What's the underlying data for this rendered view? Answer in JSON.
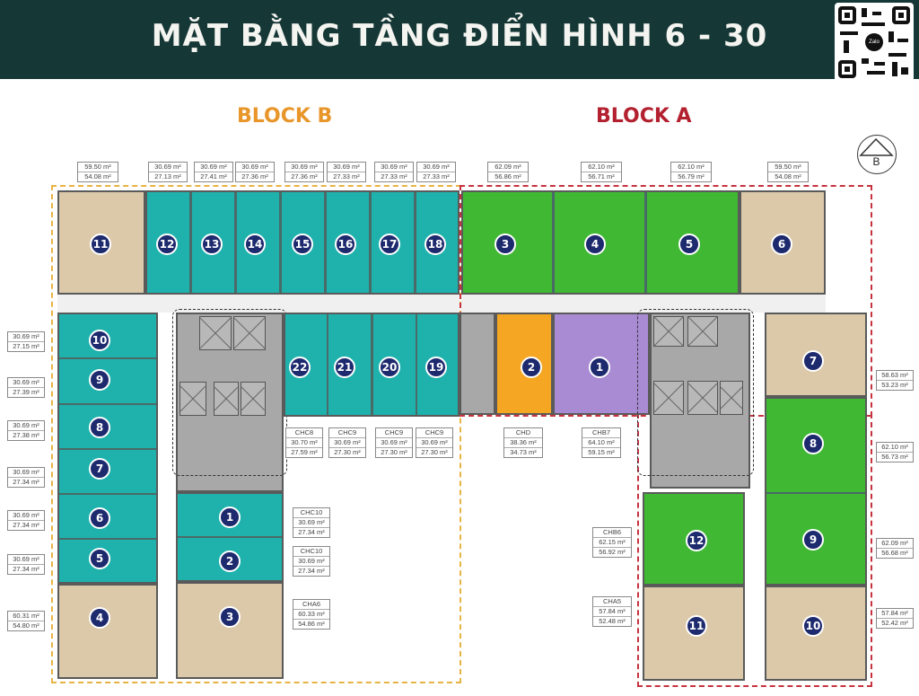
{
  "header": {
    "title": "MẶT BẰNG TẦNG ĐIỂN HÌNH 6 - 30",
    "background": "#153736",
    "qr_code": {
      "center_label": "Zalo"
    }
  },
  "blocks": {
    "block_b": {
      "label": "BLOCK B",
      "color": "#e8962a"
    },
    "block_a": {
      "label": "BLOCK A",
      "color": "#b3202f"
    }
  },
  "compass": {
    "letter": "B"
  },
  "legend_colors": {
    "teal": "#1fb2ad",
    "green": "#40b834",
    "beige": "#dbc9aa",
    "orange": "#f5a623",
    "purple": "#a98bd4",
    "core_gray": "#a8a8a8",
    "badge": "#1e2a6e"
  },
  "block_b_units": [
    {
      "no": "11",
      "area_1": "59.50 m²",
      "area_2": "54.08 m²"
    },
    {
      "no": "12",
      "area_1": "30.69 m²",
      "area_2": "27.13 m²"
    },
    {
      "no": "13",
      "area_1": "30.69 m²",
      "area_2": "27.41 m²"
    },
    {
      "no": "14",
      "area_1": "30.69 m²",
      "area_2": "27.36 m²"
    },
    {
      "no": "15",
      "area_1": "30.69 m²",
      "area_2": "27.36 m²"
    },
    {
      "no": "16",
      "area_1": "30.69 m²",
      "area_2": "27.33 m²"
    },
    {
      "no": "17",
      "area_1": "30.69 m²",
      "area_2": "27.33 m²"
    },
    {
      "no": "18",
      "area_1": "30.69 m²",
      "area_2": "27.33 m²"
    },
    {
      "no": "10",
      "area_1": "30.69 m²",
      "area_2": "27.15 m²"
    },
    {
      "no": "9",
      "area_1": "30.69 m²",
      "area_2": "27.39 m²"
    },
    {
      "no": "8",
      "area_1": "30.69 m²",
      "area_2": "27.38 m²"
    },
    {
      "no": "7",
      "area_1": "30.69 m²",
      "area_2": "27.34 m²"
    },
    {
      "no": "6",
      "area_1": "30.69 m²",
      "area_2": "27.34 m²"
    },
    {
      "no": "5",
      "area_1": "30.69 m²",
      "area_2": "27.34 m²"
    },
    {
      "no": "4",
      "area_1": "60.31 m²",
      "area_2": "54.80 m²"
    },
    {
      "no": "22",
      "type": "CHC8",
      "area_1": "30.70 m²",
      "area_2": "27.59 m²"
    },
    {
      "no": "21",
      "type": "CHC9",
      "area_1": "30.69 m²",
      "area_2": "27.30 m²"
    },
    {
      "no": "20",
      "type": "CHC9",
      "area_1": "30.69 m²",
      "area_2": "27.30 m²"
    },
    {
      "no": "19",
      "type": "CHC9",
      "area_1": "30.69 m²",
      "area_2": "27.30 m²"
    },
    {
      "no": "1",
      "type": "CHC10",
      "area_1": "30.69 m²",
      "area_2": "27.34 m²"
    },
    {
      "no": "2",
      "type": "CHC10",
      "area_1": "30.69 m²",
      "area_2": "27.34 m²"
    },
    {
      "no": "3",
      "type": "CHA6",
      "area_1": "60.33 m²",
      "area_2": "54.86 m²"
    }
  ],
  "block_a_units": [
    {
      "no": "3",
      "area_1": "62.09 m²",
      "area_2": "56.86 m²"
    },
    {
      "no": "4",
      "area_1": "62.10 m²",
      "area_2": "56.71 m²"
    },
    {
      "no": "5",
      "area_1": "62.10 m²",
      "area_2": "56.79 m²"
    },
    {
      "no": "6",
      "area_1": "59.50 m²",
      "area_2": "54.08 m²"
    },
    {
      "no": "2",
      "type": "CHD",
      "area_1": "38.36 m²",
      "area_2": "34.73 m²"
    },
    {
      "no": "1",
      "type": "CHB7",
      "area_1": "64.10 m²",
      "area_2": "59.15 m²"
    },
    {
      "no": "7",
      "area_1": "58.63 m²",
      "area_2": "53.23 m²"
    },
    {
      "no": "8",
      "area_1": "62.10 m²",
      "area_2": "56.73 m²"
    },
    {
      "no": "9",
      "area_1": "62.09 m²",
      "area_2": "56.68 m²"
    },
    {
      "no": "10",
      "area_1": "57.84 m²",
      "area_2": "52.42 m²"
    },
    {
      "no": "12",
      "type": "CHB6",
      "area_1": "62.15 m²",
      "area_2": "56.92 m²"
    },
    {
      "no": "11",
      "type": "CHA5",
      "area_1": "57.84 m²",
      "area_2": "52.48 m²"
    }
  ]
}
